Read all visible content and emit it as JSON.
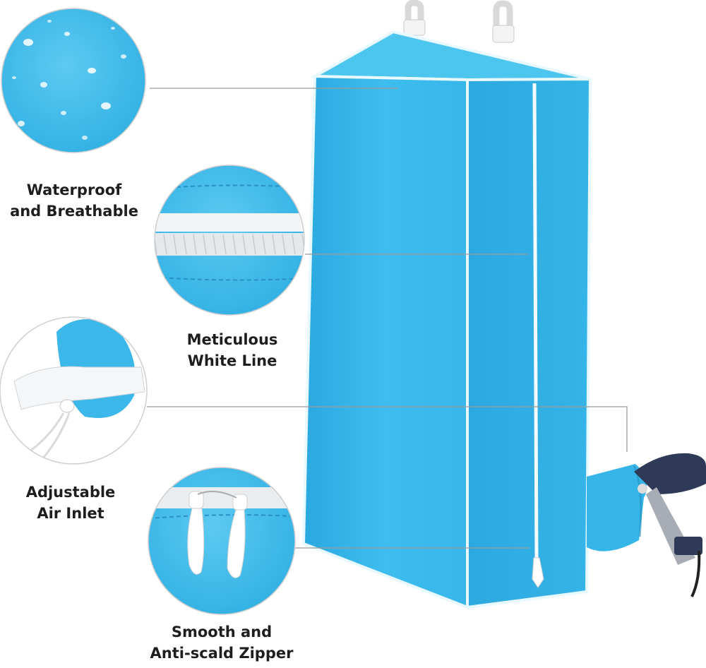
{
  "captions": [
    {
      "line1": "Waterproof",
      "line2": "and Breathable"
    },
    {
      "line1": "Meticulous",
      "line2": "White Line"
    },
    {
      "line1": "Adjustable",
      "line2": "Air Inlet"
    },
    {
      "line1": "Smooth and",
      "line2": "Anti-scald Zipper"
    }
  ],
  "colors": {
    "bag_front": "#36b9ea",
    "bag_side": "#2ab0e4",
    "bag_top": "#4cc6ef",
    "trim": "#e8f8ff",
    "leader_line": "#9a9a9a",
    "caption_text": "#1e1e1e"
  }
}
